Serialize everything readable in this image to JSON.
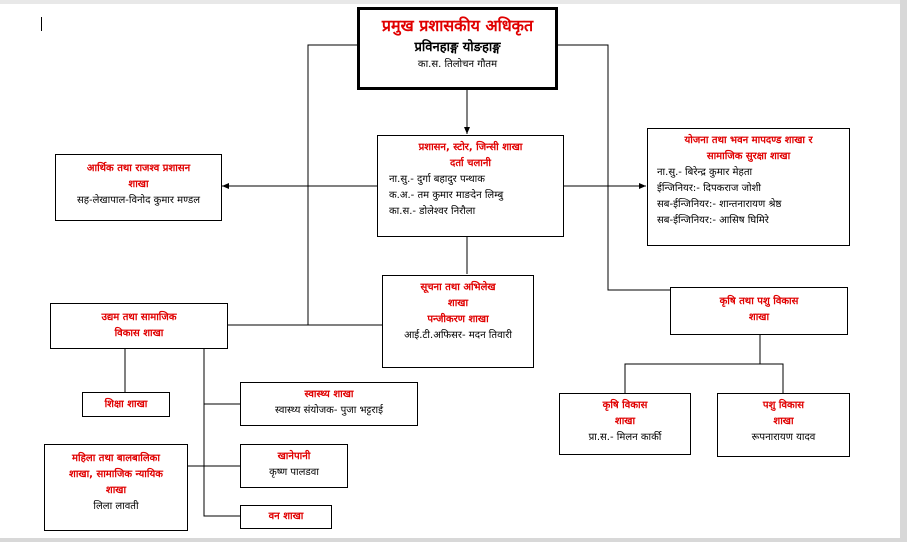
{
  "ui": {
    "cursor_visible": true
  },
  "chief": {
    "title": "प्रमुख प्रशासकीय अधिकृत",
    "name": "प्रविनहाङ्ग योङहाङ्ग",
    "sub": "का.स. तिलोचन गौतम"
  },
  "admin": {
    "title1": "प्रशासन, स्टोर, जिन्सी शाखा",
    "title2": "दर्ता चलानी",
    "staff": [
      "ना.सु.- दुर्गा बहादुर पन्थाक",
      "क.अ.- तम कुमार माङदेन लिम्बु",
      "का.स.- डोलेश्वर निरौला"
    ]
  },
  "finance": {
    "title1": "आर्थिक तथा राजश्व प्रशासन",
    "title2": "शाखा",
    "staff": "सह-लेखापाल-विनोद कुमार मण्डल"
  },
  "planning": {
    "title1": "योजना तथा भवन मापदण्ड शाखा र",
    "title2": "सामाजिक सुरक्षा शाखा",
    "staff": [
      "ना.सु.- बिरेन्द्र कुमार मेहता",
      "ईन्जिनियर:- दिपकराज जोशी",
      "सब-ईन्जिनियर:- शान्तनारायण श्रेष्ठ",
      "सब-ईन्जिनियर:- आसिष घिमिरे"
    ]
  },
  "info": {
    "title1": "सूचना तथा अभिलेख",
    "title2": "शाखा",
    "title3": "पन्जीकरण शाखा",
    "staff": "आई.टी.अफिसर- मदन तिवारी"
  },
  "enterprise": {
    "title1": "उद्यम तथा सामाजिक",
    "title2": "विकास शाखा"
  },
  "agri_livestock": {
    "title1": "कृषि तथा पशु विकास",
    "title2": "शाखा"
  },
  "education": {
    "title": "शिक्षा शाखा"
  },
  "health": {
    "title": "स्वास्थ्य शाखा",
    "staff": "स्वास्थ्य संयोजक- पुजा भट्टराई"
  },
  "women": {
    "title1": "महिला तथा बालबालिका",
    "title2": "शाखा, सामाजिक न्यायिक",
    "title3": "शाखा",
    "staff": "लिला लावती"
  },
  "water": {
    "title": "खानेपानी",
    "staff": "कृष्ण पालडवा"
  },
  "forest": {
    "title": "वन शाखा"
  },
  "agri": {
    "title1": "कृषि विकास",
    "title2": "शाखा",
    "staff": "प्रा.स.- मिलन कार्की"
  },
  "livestock": {
    "title1": "पशु विकास",
    "title2": "शाखा",
    "staff": "रूपनारायण यादव"
  }
}
